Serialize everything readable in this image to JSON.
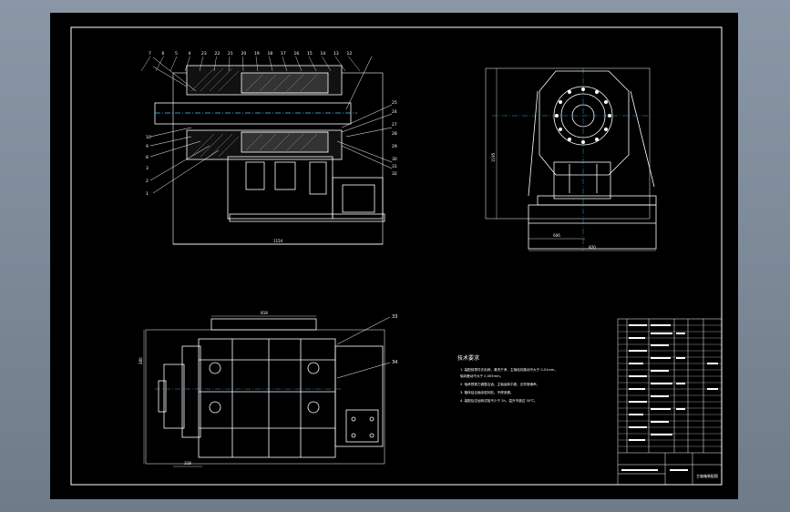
{
  "viewer": {
    "background_top": "#8a97a6",
    "background_bottom": "#6f7b89",
    "sheet_color": "#000000",
    "line_color": "#ffffff",
    "accent_line_color": "#4cc3ff"
  },
  "section_view": {
    "dimension_bottom": "1154",
    "balloons_top": [
      "7",
      "6",
      "5",
      "4",
      "23",
      "22",
      "21",
      "20",
      "19",
      "18",
      "17",
      "16",
      "15",
      "14",
      "13",
      "12"
    ],
    "balloons_left": [
      "10",
      "9",
      "8",
      "3",
      "2",
      "1"
    ],
    "balloons_right": [
      "25",
      "24",
      "27",
      "28",
      "29",
      "30",
      "31",
      "32"
    ]
  },
  "end_view": {
    "dimension_left": "1195",
    "dimension_bottom_a": "606",
    "dimension_bottom_b": "820"
  },
  "plan_view": {
    "dimension_top": "818",
    "dimension_left": "280",
    "dimension_bottom": "318",
    "balloons": [
      "33",
      "34"
    ]
  },
  "notes": {
    "heading": "技术要求",
    "lines": [
      "1. 装配前零件去毛刺，清洗干净，主轴径向跳动不大于 0.01mm，",
      "   轴向窜动不大于 0.005mm。",
      "2. 轴承预紧力调整合适，主轴运转平稳，无异常噪声。",
      "3. 箱体结合面涂密封胶，不得渗漏。",
      "4. 装配后空运转试验不少于 2h，温升不超过 30℃。"
    ]
  },
  "title_block": {
    "drawing_title": "主轴箱装配图"
  }
}
